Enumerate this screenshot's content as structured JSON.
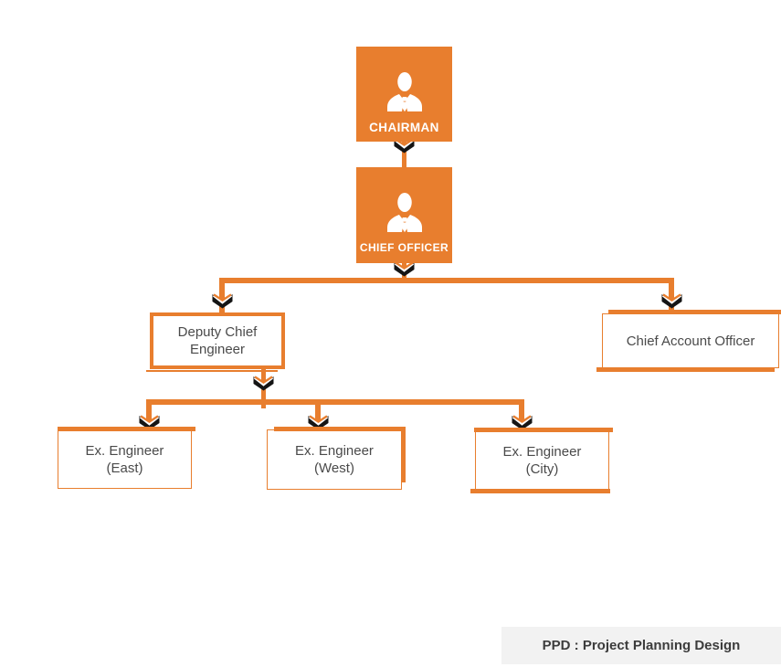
{
  "palette": {
    "orange": "#E87E2E",
    "arrow_black": "#151515",
    "node_text": "#4A4A4A",
    "footer_bg": "#F2F2F2",
    "footer_text": "#3C3C3C",
    "photo_node_text": "#FFFFFF"
  },
  "nodes": {
    "chairman": {
      "label": "CHAIRMAN"
    },
    "chief_officer": {
      "label": "CHIEF OFFICER"
    },
    "deputy_chief_engineer": {
      "line1": "Deputy Chief",
      "line2": "Engineer"
    },
    "chief_account_officer": {
      "label": "Chief Account Officer"
    },
    "engineers": [
      {
        "line1": "Ex. Engineer",
        "line2": "(East)"
      },
      {
        "line1": "Ex. Engineer",
        "line2": "(West)"
      },
      {
        "line1": "Ex. Engineer",
        "line2": "(City)"
      }
    ]
  },
  "hierarchy": [
    {
      "from": "CHAIRMAN",
      "to": [
        "CHIEF OFFICER"
      ]
    },
    {
      "from": "CHIEF OFFICER",
      "to": [
        "Deputy Chief Engineer",
        "Chief Account Officer"
      ]
    },
    {
      "from": "Deputy Chief Engineer",
      "to": [
        "Ex. Engineer (East)",
        "Ex. Engineer (West)",
        "Ex. Engineer (City)"
      ]
    }
  ],
  "footer": {
    "label": "PPD : Project Planning Design"
  },
  "icons": {
    "person": "person-silhouette-icon",
    "arrow": "double-chevron-down-arrow-icon"
  }
}
